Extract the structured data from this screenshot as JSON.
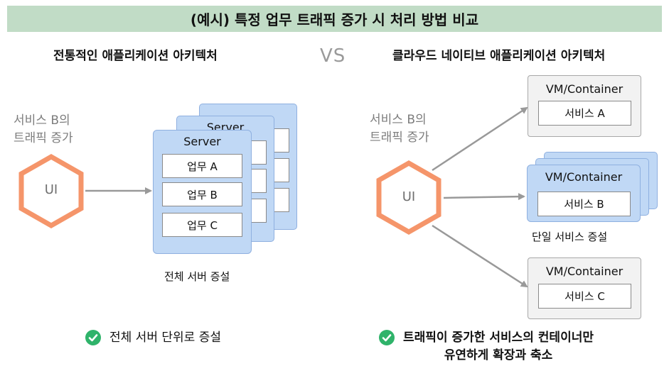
{
  "title": "(예시) 특정 업무 트래픽 증가 시 처리 방법 비교",
  "vs": "VS",
  "left": {
    "heading": "전통적인 애플리케이션 아키텍처",
    "traffic": [
      "서비스 B의",
      "트래픽 증가"
    ],
    "ui_label": "UI",
    "server_labels": [
      "Server",
      "Server"
    ],
    "tasks": [
      "업무 A",
      "업무 B",
      "업무 C"
    ],
    "caption": "전체 서버 증설",
    "benefit": "전체 서버 단위로 증설"
  },
  "right": {
    "heading": "클라우드 네이티브 애플리케이션 아키텍처",
    "traffic": [
      "서비스 B의",
      "트래픽 증가"
    ],
    "ui_label": "UI",
    "containers": [
      {
        "title": "VM/Container",
        "service": "서비스 A"
      },
      {
        "title": "VM/Container",
        "service": "서비스 B"
      },
      {
        "title": "VM/Container",
        "service": "서비스 C"
      }
    ],
    "caption": "단일 서비스 증설",
    "benefit": [
      "트래픽이 증가한 서비스의 컨테이너만",
      "유연하게 확장과 축소"
    ]
  },
  "colors": {
    "title_bg": "#c1dcc6",
    "hexagon": "#f5956a",
    "server_fill": "#c0d8f5",
    "arrow": "#999999",
    "check": "#2fb36a"
  }
}
